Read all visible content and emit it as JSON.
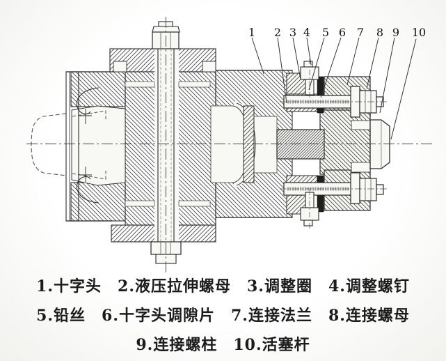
{
  "figure": {
    "type": "engineering-section-drawing",
    "subject": "crosshead and hydraulic stretching nut assembly",
    "callout_numbers": [
      "1",
      "2",
      "3",
      "4",
      "5",
      "6",
      "7",
      "8",
      "9",
      "10"
    ],
    "legend": [
      {
        "num": "1",
        "name": "十字头"
      },
      {
        "num": "2",
        "name": "液压拉伸螺母"
      },
      {
        "num": "3",
        "name": "调整圈"
      },
      {
        "num": "4",
        "name": "调整螺钉"
      },
      {
        "num": "5",
        "name": "铅丝"
      },
      {
        "num": "6",
        "name": "十字头调隙片"
      },
      {
        "num": "7",
        "name": "连接法兰"
      },
      {
        "num": "8",
        "name": "连接螺母"
      },
      {
        "num": "9",
        "name": "连接螺柱"
      },
      {
        "num": "10",
        "name": "活塞杆"
      }
    ],
    "caption_lines": [
      "1.十字头　2.液压拉伸螺母　3.调整圈　4.调整螺钉",
      "5.铅丝　6.十字头调隙片　7.连接法兰　8.连接螺母",
      "9.连接螺柱　10.活塞杆"
    ]
  },
  "colors": {
    "paper": "#f8f8f5",
    "ink": "#2b2b2b",
    "hatch": "#4a4a4a",
    "shim_fill": "#1f1f1f",
    "caption_text": "#1c1c1c"
  }
}
